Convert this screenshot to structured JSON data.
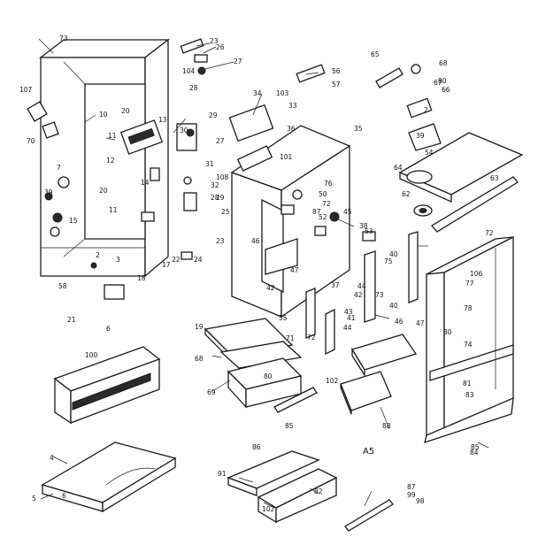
{
  "diagram": {
    "corner_label": "A5",
    "callouts": [
      "73",
      "23",
      "26",
      "27",
      "104",
      "28",
      "107",
      "10",
      "20",
      "13",
      "70",
      "11",
      "29",
      "30",
      "27",
      "12",
      "31",
      "108",
      "7",
      "20",
      "32",
      "28",
      "29",
      "14",
      "39",
      "11",
      "25",
      "15",
      "23",
      "24",
      "22",
      "17",
      "3",
      "18",
      "2",
      "34",
      "103",
      "33",
      "36",
      "35",
      "101",
      "56",
      "57",
      "65",
      "68",
      "80",
      "67",
      "66",
      "2",
      "39",
      "54",
      "64",
      "62",
      "63",
      "76",
      "50",
      "72",
      "52",
      "45",
      "53",
      "38",
      "75",
      "40",
      "46",
      "47",
      "42",
      "37",
      "44",
      "42",
      "43",
      "41",
      "44",
      "72",
      "55",
      "71",
      "73",
      "40",
      "46",
      "47",
      "72",
      "106",
      "77",
      "78",
      "80",
      "74",
      "81",
      "83",
      "84",
      "85",
      "87",
      "58",
      "21",
      "6",
      "19",
      "68",
      "69",
      "80",
      "102",
      "85",
      "88",
      "86",
      "91",
      "82",
      "102",
      "87",
      "99",
      "98",
      "100",
      "4",
      "5",
      "6"
    ]
  }
}
